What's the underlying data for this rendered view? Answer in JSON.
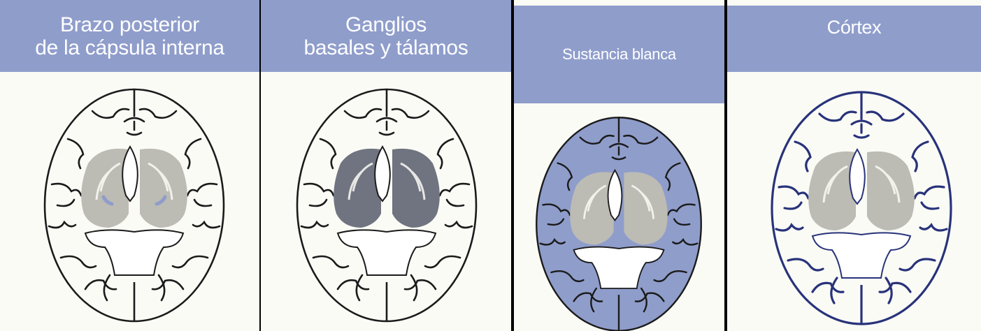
{
  "colors": {
    "header": "#8f9dcb",
    "panel_bg": "#fbfbf6",
    "outline": "#1b1b1b",
    "deep_gray": "#bcbbb4",
    "highlight_dark": "#707480",
    "white_matter": "#8f9dcb",
    "cortex_outline": "#28337a",
    "internal_capsule": "#8f9dcb"
  },
  "panels": [
    {
      "id": "posterior-limb",
      "title_lines": [
        "Brazo posterior",
        "de la cápsula interna"
      ],
      "highlight": "internal-capsule"
    },
    {
      "id": "basal-ganglia",
      "title_lines": [
        "Ganglios",
        "basales y tálamos"
      ],
      "highlight": "deep-gray"
    },
    {
      "id": "white-matter",
      "title_lines": [
        "Sustancia blanca"
      ],
      "highlight": "white-matter"
    },
    {
      "id": "cortex",
      "title_lines": [
        "Córtex"
      ],
      "highlight": "cortex"
    }
  ]
}
